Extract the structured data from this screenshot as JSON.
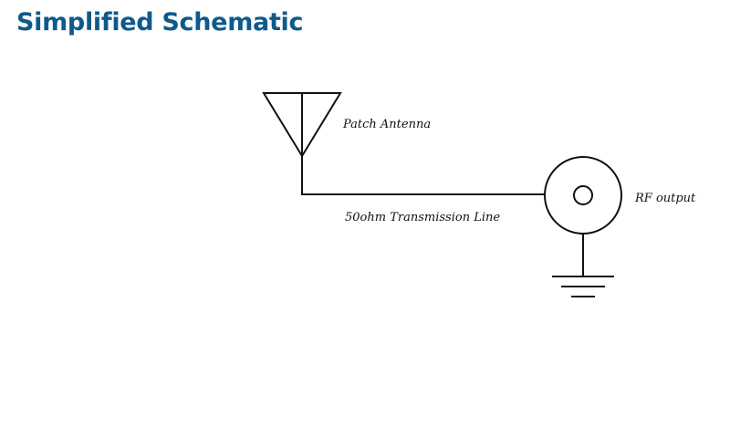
{
  "title": "Simplified Schematic",
  "colors": {
    "title": "#0e5a8a",
    "line": "#111111",
    "text": "#111111"
  },
  "diagram": {
    "nodes": [
      {
        "id": "antenna",
        "label": "Patch Antenna",
        "symbol": "antenna-icon"
      },
      {
        "id": "rf_output",
        "label": "RF output",
        "symbol": "coaxial-connector-icon"
      },
      {
        "id": "ground",
        "label": "",
        "symbol": "ground-icon"
      }
    ],
    "edges": [
      {
        "from": "antenna",
        "to": "rf_output",
        "label": "50ohm Transmission Line"
      },
      {
        "from": "rf_output",
        "to": "ground",
        "label": ""
      }
    ]
  }
}
